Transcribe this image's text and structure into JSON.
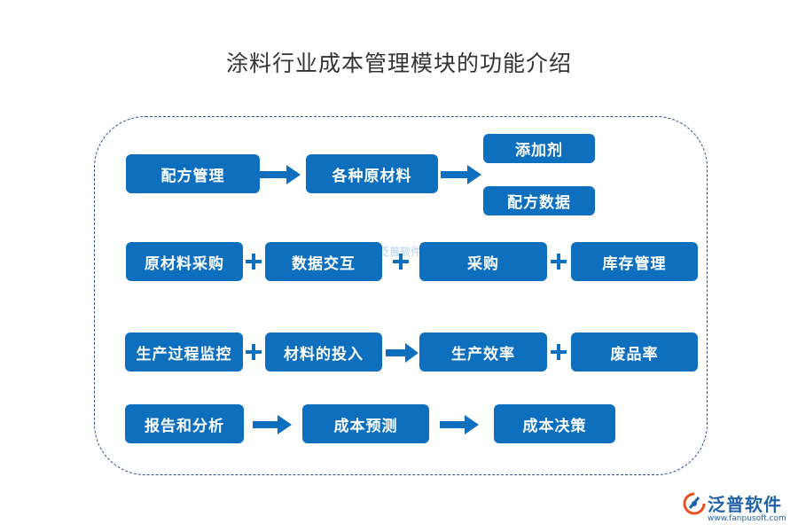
{
  "title": "涂料行业成本管理模块的功能介绍",
  "rows": [
    {
      "items": [
        "配方管理",
        "各种原材料",
        "添加剂",
        "配方数据"
      ]
    },
    {
      "items": [
        "原材料采购",
        "数据交互",
        "采购",
        "库存管理"
      ]
    },
    {
      "items": [
        "生产过程监控",
        "材料的投入",
        "生产效率",
        "废品率"
      ]
    },
    {
      "items": [
        "报告和分析",
        "成本预测",
        "成本决策"
      ]
    }
  ],
  "watermark": {
    "text": "泛普软件"
  },
  "brand": {
    "name": "泛普软件",
    "url": "www.fanpusoft.com"
  },
  "colors": {
    "box": "#0d6fbe",
    "frame": "#2e4f8f",
    "title": "#333333",
    "brand": "#1f62a8"
  }
}
